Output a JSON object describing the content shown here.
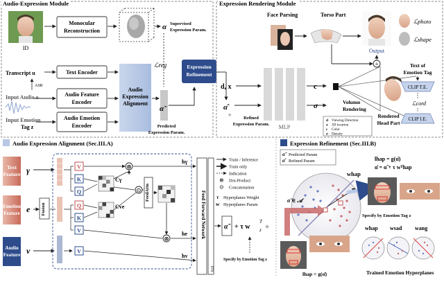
{
  "top": {
    "audio_module_title": "Audio-Expression Module",
    "render_module_title": "Expression Rendering Module",
    "id_label": "ID",
    "mono_recon": [
      "Monocular",
      "Reconstruction"
    ],
    "alpha_sym": "α",
    "supervised": [
      "Supervised",
      "Expression Param."
    ],
    "l_reg": "ℒreg",
    "transcript": "Transcript u",
    "asr": "ASR",
    "input_audio": "Input Audio o",
    "input_emotion": [
      "Input Emotion",
      "Tag z"
    ],
    "text_encoder": "Text Encoder",
    "audio_feature_encoder": [
      "Audio Feature",
      "Encoder"
    ],
    "audio_emotion_encoder": [
      "Audio Emotion",
      "Encoder"
    ],
    "audio_expr_align": [
      "Audio",
      "Expression",
      "Alignment"
    ],
    "alpha_tilde": "α̃",
    "predicted_param": [
      "Predicted",
      "Expression Param."
    ],
    "expr_refinement": [
      "Expression",
      "Refinement"
    ],
    "d_x": "d, x",
    "alpha_hat": "α̂",
    "refined_param": [
      "Refined",
      "Expression Param."
    ],
    "mlp": "MLP",
    "face_parsing": "Face Parsing",
    "torso_part": "Torso Part",
    "output": "Output",
    "l_photo": "ℒphoto",
    "l_shape": "ℒshape",
    "c_sym": "c",
    "sigma_sym": "σ",
    "volumn_rendering": [
      "Volumn",
      "Rendering"
    ],
    "legend_small": [
      {
        "sym": "d",
        "desc": "Viewing Direction"
      },
      {
        "sym": "x",
        "desc": "3D location"
      },
      {
        "sym": "c",
        "desc": "Color"
      },
      {
        "sym": "σ",
        "desc": "Density"
      }
    ],
    "rendered_head": [
      "Rendered",
      "Head Part"
    ],
    "text_emotion_tag": [
      "Text of",
      "Emotion Tag"
    ],
    "clip_te": "CLIP T.E.",
    "l_cord": "ℒcord",
    "clip_ie": "CLIP I.E."
  },
  "bottom_left": {
    "title": "Audio Expression Alignment (Sec.III.A)",
    "text_feature": [
      "Text",
      "Feature"
    ],
    "emotion_feature": [
      "Emotion",
      "Feature"
    ],
    "audio_feature": [
      "Audio",
      "Feature"
    ],
    "gamma": "γ",
    "e_sym": "e",
    "v_sym": "v",
    "fusion": "Fusion",
    "v_label": "V",
    "k_label": "K",
    "q_label": "Q",
    "c_gamma": "Cγ",
    "c_ve": "Cve",
    "feed_attn": "FeedAttn",
    "h_gamma": "hγ",
    "h_e": "he",
    "h_v": "hv",
    "ffn_long": "Feed Forward Network",
    "ffn": "FFN",
    "alpha_tilde": "α̃",
    "tau_w": "+ τ w",
    "specify": "Specify by Emotion Tag z",
    "legend": [
      "Train / Inference",
      "Train only",
      "Indication",
      "Dot-Product",
      "Concatenation"
    ],
    "hyper_weight": "Hyperplanes Weight",
    "hyper_param": "Hyperplanes Param"
  },
  "bottom_right": {
    "title": "Expression Refinement (Sec.III.B)",
    "pred_param": "Predicted Param",
    "ref_param": "Refined Param",
    "alpha_in_A": "α̃ ∈ 𝒜",
    "w_hap": "whap",
    "eq1": "lhap = g(α̂)",
    "eq2": "α̂ = α̃ + τ wᵀhap",
    "eq_bottom": "lhap = g(α̂)",
    "specify": "Specify by Emotion Tag z",
    "w_list": [
      "whap",
      "wsad",
      "wang"
    ],
    "trained": "Trained Emotion Hyperplanes"
  },
  "colors": {
    "blue_dark": "#2e4c8c",
    "blue_box": "#b8c8e6",
    "feature_red": "#c05050",
    "gray_text": "#555555"
  }
}
